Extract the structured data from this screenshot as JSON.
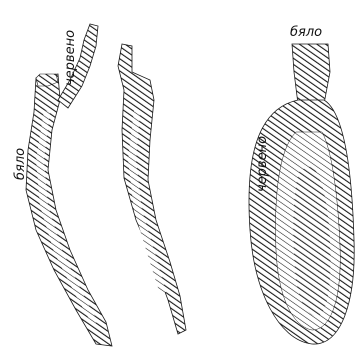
{
  "labels": {
    "left_upper": "червено",
    "left_side": "бяло",
    "right_top": "бяло",
    "right_side": "червено"
  },
  "colors": {
    "ink": "#1a1a1a",
    "background": "#ffffff"
  }
}
